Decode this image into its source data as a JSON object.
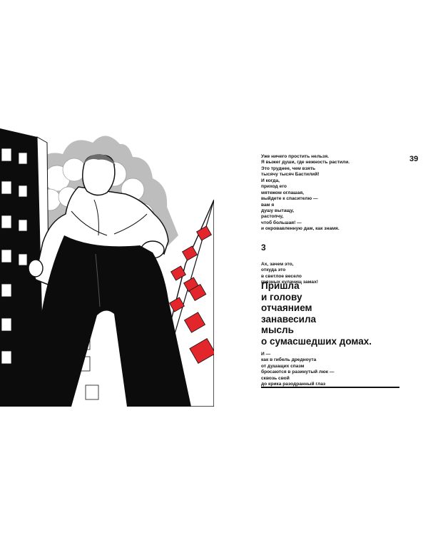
{
  "page_number": "39",
  "stanza1": [
    "Уже ничего простить нельзя.",
    "Я выжег души, где нежность растили.",
    "Это труднее, чем взять",
    "тысячу тысяч Бастилий!"
  ],
  "stanza2": [
    "И когда,",
    "приход его",
    "мятежом оглашая,",
    "выйдете к спасителю —",
    "вам я",
    "душу вытащу,",
    "растопчу,",
    "чтоб большая! —",
    "и окровавленную дам, как знамя."
  ],
  "section_number": "3",
  "stanza3": [
    "Ах, зачем это,",
    "откуда это",
    "в светлое весело",
    "грязных кулачищ замах!"
  ],
  "big_verse": [
    "Пришла",
    "и голову",
    "отчаянием",
    "занавесила",
    "мысль",
    "о сумасшедших домах."
  ],
  "stanza4": [
    "И —",
    "как в гибель дредноута",
    "от душащих спазм",
    "бросаются в разинутый люк —",
    "сквозь свой",
    "до крика разодранный глаз"
  ],
  "colors": {
    "accent_red": "#e3262b",
    "ink": "#111111",
    "gray_cloud": "#b8b8b8"
  }
}
